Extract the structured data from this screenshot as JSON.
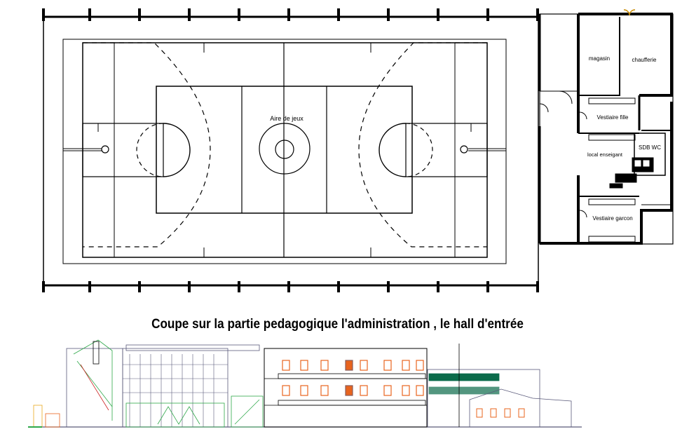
{
  "plan": {
    "court_label": "Aire de jeux",
    "rooms": {
      "magasin": "magasin",
      "chaufferie": "chaufferie",
      "vestiaire_fille": "Vestiaire fille",
      "local_enseignant": "local enseigant",
      "sdb_wc": "SDB WC",
      "vestiaire_garcon": "Vestiaire garcon"
    }
  },
  "section": {
    "caption": "Coupe sur la partie pedagogique l'administration , le hall d'entrée"
  },
  "colors": {
    "line": "#000000",
    "window_orange": "#e8641e",
    "green": "#2fa84a",
    "dark_green": "#0b6b4a",
    "section_stroke": "#5a5a7a"
  }
}
